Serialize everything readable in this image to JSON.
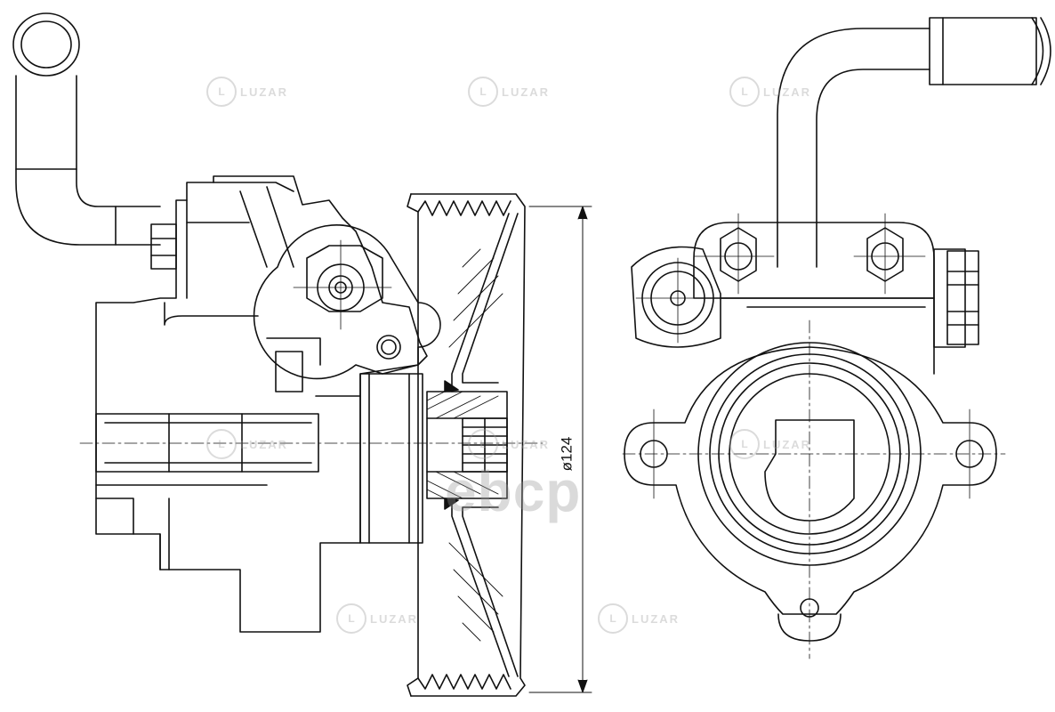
{
  "drawing": {
    "dimension_label": "ø124",
    "watermark_text": "LUZAR",
    "watermark_logo": "L",
    "overlay_logo_text": "ebcp"
  },
  "colors": {
    "line": "#111111",
    "watermark": "#9a9a9a"
  }
}
